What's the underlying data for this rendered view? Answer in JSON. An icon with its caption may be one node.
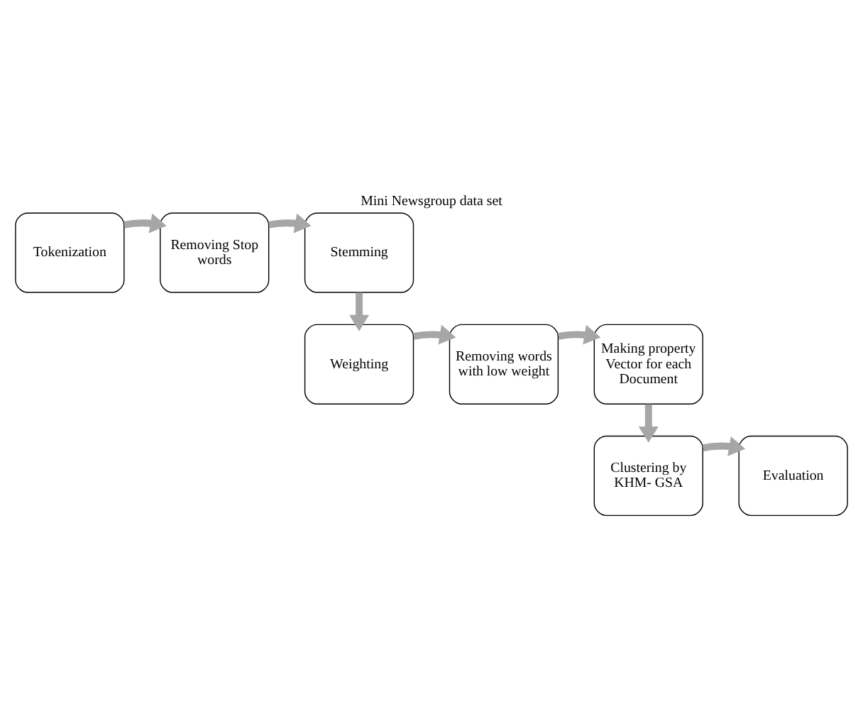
{
  "diagram": {
    "title": "Mini Newsgroup data set",
    "nodes": [
      {
        "text": [
          "Tokenization"
        ]
      },
      {
        "text": [
          "Removing Stop words"
        ]
      },
      {
        "text": [
          "Stemming"
        ]
      },
      {
        "text": [
          "Weighting"
        ]
      },
      {
        "text": [
          "Removing words with low weight"
        ]
      },
      {
        "text": [
          "Making property Vector for each Document"
        ]
      },
      {
        "text": [
          "Clustering by KHM- GSA"
        ]
      },
      {
        "text": [
          "Evaluation"
        ]
      }
    ],
    "edges": [
      {
        "from": 0,
        "to": 1,
        "arrow": "to"
      },
      {
        "from": 1,
        "to": 2,
        "arrow": "to"
      },
      {
        "from": 2,
        "to": 3,
        "arrow": "to"
      },
      {
        "from": 3,
        "to": 4,
        "arrow": "to"
      },
      {
        "from": 4,
        "to": 5,
        "arrow": "to"
      },
      {
        "from": 5,
        "to": 6,
        "arrow": "to"
      },
      {
        "from": 6,
        "to": 7,
        "arrow": "to"
      }
    ]
  }
}
